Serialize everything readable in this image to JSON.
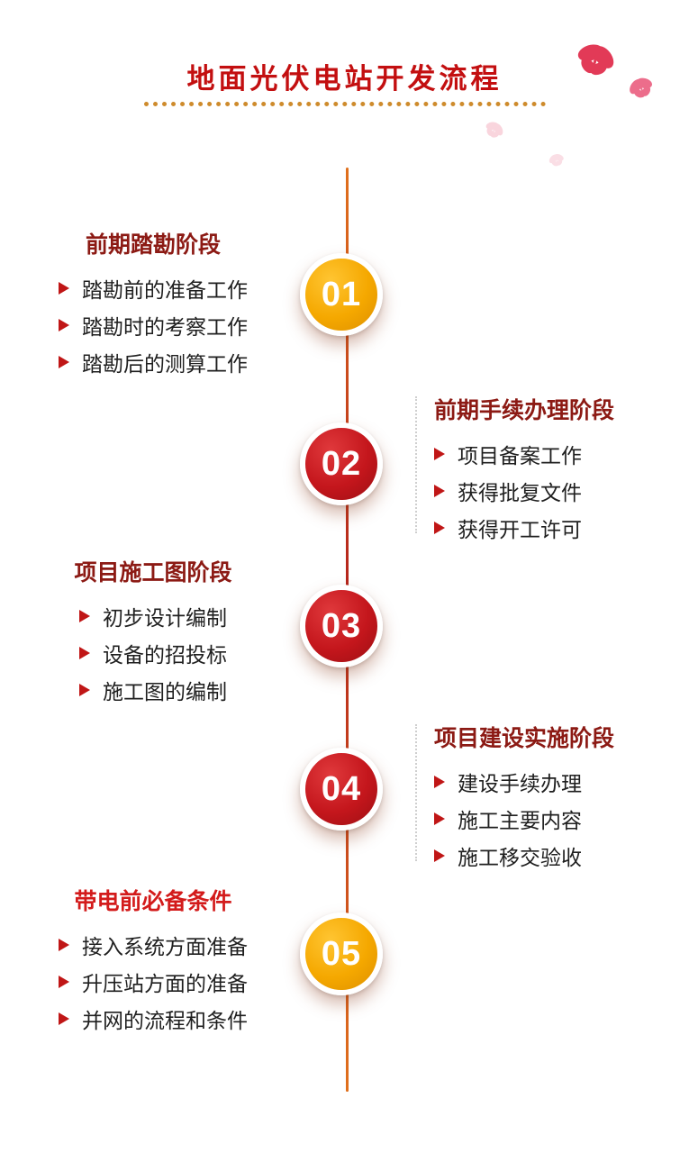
{
  "page": {
    "title": "地面光伏电站开发流程"
  },
  "colors": {
    "title_red": "#c30f10",
    "underline_gold": "#ce8b2c",
    "heading_dark_red": "#8c1a14",
    "heading_bright_red": "#d31b1b",
    "body_text": "#1f1f1f",
    "bullet_red": "#c01616",
    "circle_yellow": "#f5a800",
    "circle_red": "#c4161c",
    "circle_number_white": "#ffffff",
    "timeline_orange": "#e0701d",
    "timeline_red": "#b5251c",
    "butterfly_pink": "#e64a6b"
  },
  "timeline": {
    "bullet_char": "➢",
    "steps": [
      {
        "number": "01",
        "side": "left",
        "circle_color": "yellow",
        "heading": "前期踏勘阶段",
        "items": [
          "踏勘前的准备工作",
          "踏勘时的考察工作",
          "踏勘后的测算工作"
        ]
      },
      {
        "number": "02",
        "side": "right",
        "circle_color": "red",
        "heading": "前期手续办理阶段",
        "items": [
          "项目备案工作",
          "获得批复文件",
          "获得开工许可"
        ]
      },
      {
        "number": "03",
        "side": "left",
        "circle_color": "red",
        "heading": "项目施工图阶段",
        "items": [
          "初步设计编制",
          "设备的招投标",
          "施工图的编制"
        ]
      },
      {
        "number": "04",
        "side": "right",
        "circle_color": "red",
        "heading": "项目建设实施阶段",
        "items": [
          "建设手续办理",
          "施工主要内容",
          "施工移交验收"
        ]
      },
      {
        "number": "05",
        "side": "left",
        "circle_color": "yellow",
        "heading": "带电前必备条件",
        "items": [
          "接入系统方面准备",
          "升压站方面的准备",
          "并网的流程和条件"
        ]
      }
    ]
  }
}
